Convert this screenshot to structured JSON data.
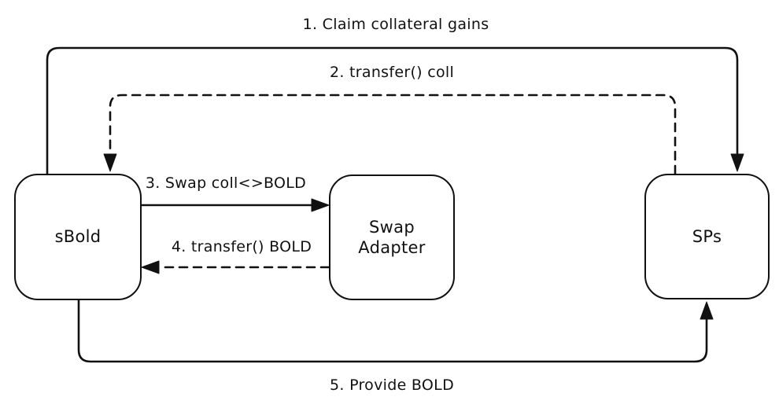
{
  "diagram": {
    "colors": {
      "background": "#ffffff",
      "stroke": "#111111",
      "text": "#111111"
    },
    "nodes": [
      {
        "id": "sbold",
        "label": "sBold"
      },
      {
        "id": "swap-adapter",
        "label": "Swap Adapter"
      },
      {
        "id": "sps",
        "label": "SPs"
      }
    ],
    "edges": [
      {
        "order": 1,
        "label": "1. Claim collateral gains",
        "from": "sBold",
        "to": "SPs",
        "line": "solid"
      },
      {
        "order": 2,
        "label": "2. transfer() coll",
        "from": "SPs",
        "to": "sBold",
        "line": "dashed"
      },
      {
        "order": 3,
        "label": "3. Swap coll<>BOLD",
        "from": "sBold",
        "to": "Swap Adapter",
        "line": "solid"
      },
      {
        "order": 4,
        "label": "4. transfer() BOLD",
        "from": "Swap Adapter",
        "to": "sBold",
        "line": "dashed"
      },
      {
        "order": 5,
        "label": "5. Provide BOLD",
        "from": "sBold",
        "to": "SPs",
        "line": "solid"
      }
    ]
  }
}
